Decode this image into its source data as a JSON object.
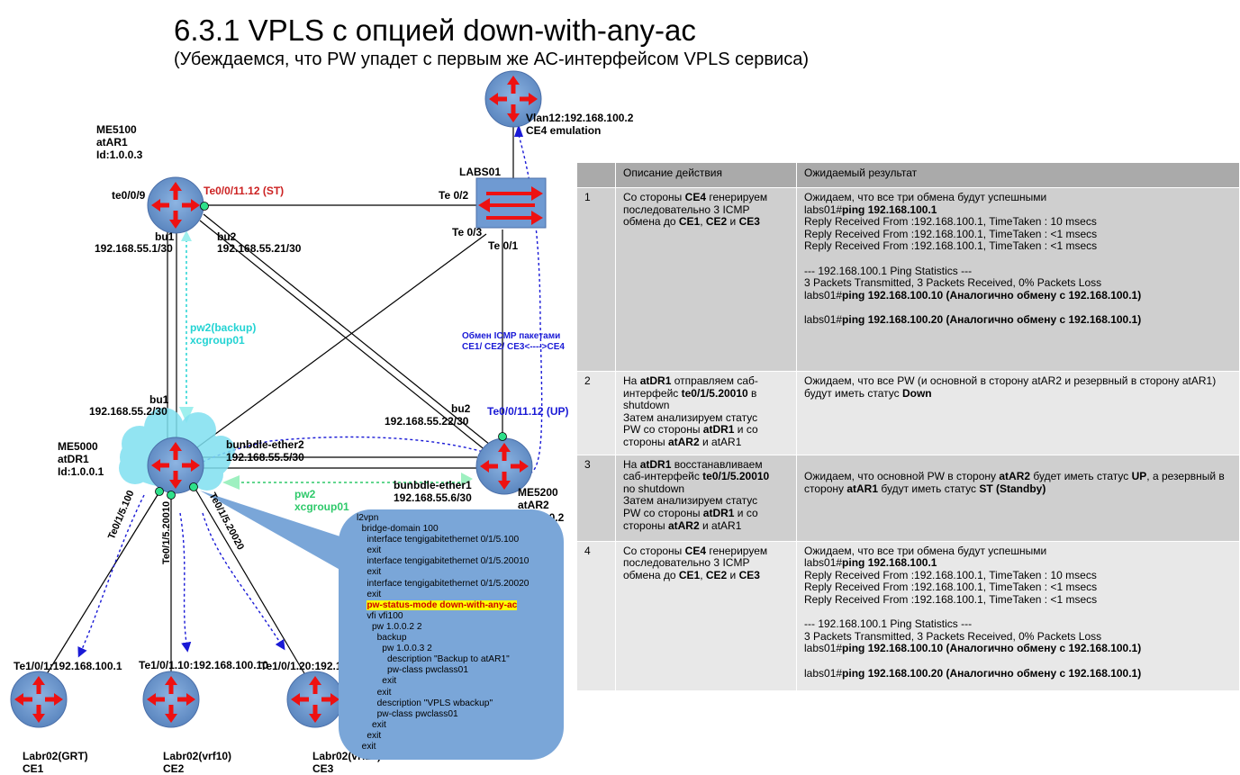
{
  "title": "6.3.1 VPLS с опцией down-with-any-ac",
  "subtitle": "(Убеждаемся, что PW упадет с первым же АС-интерфейсом VPLS  сервиса)",
  "nodes": {
    "me5100": {
      "lines": [
        "ME5100",
        "atAR1",
        "Id:1.0.0.3"
      ]
    },
    "me5000": {
      "lines": [
        "ME5000",
        "atDR1",
        "Id:1.0.0.1"
      ]
    },
    "me5200": {
      "lines": [
        "ME5200",
        "atAR2",
        "Id:1.0.0.2"
      ]
    },
    "labs01": {
      "name": "LABS01"
    },
    "ce4": {
      "lines": [
        "Vlan12:192.168.100.2",
        "CE4 emulation"
      ]
    },
    "ce1": {
      "iface": "Te1/0/1:192.168.100.1",
      "lines": [
        "Labr02(GRT)",
        "CE1"
      ]
    },
    "ce2": {
      "iface": "Te1/0/1.10:192.168.100.10",
      "lines": [
        "Labr02(vrf10)",
        "CE2"
      ]
    },
    "ce3": {
      "iface": "Te1/0/1.20:192.168.100.20",
      "lines": [
        "Labr02(vrf20)",
        "CE3"
      ]
    }
  },
  "labels": {
    "te009": "te0/0/9",
    "te0011_st": "Te0/0/11.12 (ST)",
    "te02": "Te 0/2",
    "te03": "Te 0/3",
    "te01": "Te 0/1",
    "bu1_top": "bu1",
    "bu1_top_ip": "192.168.55.1/30",
    "bu2_top": "bu2",
    "bu2_top_ip": "192.168.55.21/30",
    "pw2_backup": "pw2(backup)",
    "xcgroup_backup": "xcgroup01",
    "icmp_exchange": "Обмен ICMP пакетами",
    "icmp_exchange2": "CE1/ CE2/ CE3<---->CE4",
    "bu1_bottom": "bu1",
    "bu1_bottom_ip": "192.168.55.2/30",
    "bu2_right": "bu2",
    "bu2_right_ip": "192.168.55.22/30",
    "te0011_up": "Te0/0/11.12 (UP)",
    "bundle2": "bunbdle-ether2",
    "bundle2_ip": "192.168.55.5/30",
    "bundle1": "bunbdle-ether1",
    "bundle1_ip": "192.168.55.6/30",
    "pw2": "pw2",
    "xcgroup": "xcgroup01",
    "te015100": "Te0/1/5.100",
    "te01520010": "Te0/1/5.20010",
    "te01520020": "Te0/1/5.20020"
  },
  "config": {
    "before": "l2vpn\n  bridge-domain 100\n    interface tengigabitethernet 0/1/5.100\n    exit\n    interface tengigabitethernet 0/1/5.20010\n    exit\n    interface tengigabitethernet 0/1/5.20020\n    exit\n    ",
    "highlight": "pw-status-mode down-with-any-ac",
    "after": "\n    vfi vfi100\n      pw 1.0.0.2 2\n        backup\n          pw 1.0.0.3 2\n            description \"Backup to atAR1\"\n            pw-class pwclass01\n          exit\n        exit\n        description \"VPLS wbackup\"\n        pw-class pwclass01\n      exit\n    exit\n  exit"
  },
  "table": {
    "headers": [
      "",
      "Описание действия",
      "Ожидаемый результат"
    ],
    "rows": [
      {
        "num": "1",
        "desc": [
          [
            {
              "t": "Со стороны "
            },
            {
              "t": "CE4",
              "b": true
            },
            {
              "t": " генерируем"
            }
          ],
          [
            {
              "t": "последовательно 3  ICMP"
            }
          ],
          [
            {
              "t": "обмена до "
            },
            {
              "t": "CE1",
              "b": true
            },
            {
              "t": ", "
            },
            {
              "t": "CE2",
              "b": true
            },
            {
              "t": " и "
            },
            {
              "t": "CE3",
              "b": true
            }
          ]
        ],
        "result": [
          [
            {
              "t": "Ожидаем, что все три обмена будут успешными"
            }
          ],
          [
            {
              "t": "labs01#"
            },
            {
              "t": "ping 192.168.100.1",
              "b": true
            }
          ],
          [
            {
              "t": "Reply Received From :192.168.100.1, TimeTaken : 10 msecs"
            }
          ],
          [
            {
              "t": "Reply Received From :192.168.100.1, TimeTaken : <1 msecs"
            }
          ],
          [
            {
              "t": "Reply Received From :192.168.100.1, TimeTaken : <1 msecs"
            }
          ],
          [],
          [
            {
              "t": "--- 192.168.100.1 Ping Statistics ---"
            }
          ],
          [
            {
              "t": "3 Packets Transmitted, 3 Packets Received, 0% Packets Loss"
            }
          ],
          [
            {
              "t": "labs01#"
            },
            {
              "t": "ping 192.168.100.10 (Аналогично обмену с 192.168.100.1)",
              "b": true
            }
          ],
          [],
          [
            {
              "t": "labs01#"
            },
            {
              "t": "ping 192.168.100.20 (Аналогично обмену с 192.168.100.1)",
              "b": true
            }
          ]
        ]
      },
      {
        "num": "2",
        "desc": [
          [
            {
              "t": "На "
            },
            {
              "t": "atDR1",
              "b": true
            },
            {
              "t": " отправляем саб-"
            }
          ],
          [
            {
              "t": "интерфейс "
            },
            {
              "t": "te0/1/5.20010",
              "b": true
            },
            {
              "t": " в"
            }
          ],
          [
            {
              "t": "shutdown"
            }
          ],
          [
            {
              "t": "Затем анализируем статус"
            }
          ],
          [
            {
              "t": "PW со стороны "
            },
            {
              "t": "atDR1",
              "b": true
            },
            {
              "t": " и со"
            }
          ],
          [
            {
              "t": "стороны "
            },
            {
              "t": "atAR2",
              "b": true
            },
            {
              "t": " и atAR1"
            }
          ]
        ],
        "result": [
          [
            {
              "t": "Ожидаем, что все PW (и основной в сторону atAR2 и резервный в сторону atAR1)"
            }
          ],
          [
            {
              "t": "будут иметь статус "
            },
            {
              "t": "Down",
              "b": true
            }
          ]
        ]
      },
      {
        "num": "3",
        "desc": [
          [
            {
              "t": "На "
            },
            {
              "t": "atDR1",
              "b": true
            },
            {
              "t": " восстанавливаем"
            }
          ],
          [
            {
              "t": "саб-интерфейс "
            },
            {
              "t": "te0/1/5.20010",
              "b": true
            }
          ],
          [
            {
              "t": "no  shutdown"
            }
          ],
          [
            {
              "t": "Затем анализируем статус"
            }
          ],
          [
            {
              "t": "PW со стороны "
            },
            {
              "t": "atDR1",
              "b": true
            },
            {
              "t": " и со"
            }
          ],
          [
            {
              "t": "стороны "
            },
            {
              "t": "atAR2",
              "b": true
            },
            {
              "t": " и atAR1"
            }
          ]
        ],
        "result": [
          [],
          [
            {
              "t": "Ожидаем, что основной PW  в сторону "
            },
            {
              "t": "atAR2",
              "b": true
            },
            {
              "t": " будет иметь статус "
            },
            {
              "t": "UP",
              "b": true
            },
            {
              "t": ", а резервный в"
            }
          ],
          [
            {
              "t": "сторону "
            },
            {
              "t": "atAR1",
              "b": true
            },
            {
              "t": "  будут иметь статус "
            },
            {
              "t": "ST (Standby)",
              "b": true
            }
          ]
        ]
      },
      {
        "num": "4",
        "desc": [
          [
            {
              "t": "Со стороны "
            },
            {
              "t": "CE4",
              "b": true
            },
            {
              "t": " генерируем"
            }
          ],
          [
            {
              "t": "последовательно 3  ICMP"
            }
          ],
          [
            {
              "t": "обмена до "
            },
            {
              "t": "CE1",
              "b": true
            },
            {
              "t": ", "
            },
            {
              "t": "CE2",
              "b": true
            },
            {
              "t": " и "
            },
            {
              "t": "CE3",
              "b": true
            }
          ]
        ],
        "result": [
          [
            {
              "t": "Ожидаем, что все три обмена будут успешными"
            }
          ],
          [
            {
              "t": "labs01#"
            },
            {
              "t": "ping 192.168.100.1",
              "b": true
            }
          ],
          [
            {
              "t": "Reply Received From :192.168.100.1, TimeTaken : 10 msecs"
            }
          ],
          [
            {
              "t": "Reply Received From :192.168.100.1, TimeTaken : <1 msecs"
            }
          ],
          [
            {
              "t": "Reply Received From :192.168.100.1, TimeTaken : <1 msecs"
            }
          ],
          [],
          [
            {
              "t": "--- 192.168.100.1 Ping Statistics ---"
            }
          ],
          [
            {
              "t": "3 Packets Transmitted, 3 Packets Received, 0% Packets Loss"
            }
          ],
          [
            {
              "t": "labs01#"
            },
            {
              "t": "ping 192.168.100.10 (Аналогично обмену с 192.168.100.1)",
              "b": true
            }
          ],
          [],
          [
            {
              "t": "labs01#"
            },
            {
              "t": "ping 192.168.100.20 (Аналогично обмену с 192.168.100.1)",
              "b": true
            }
          ]
        ]
      }
    ]
  }
}
